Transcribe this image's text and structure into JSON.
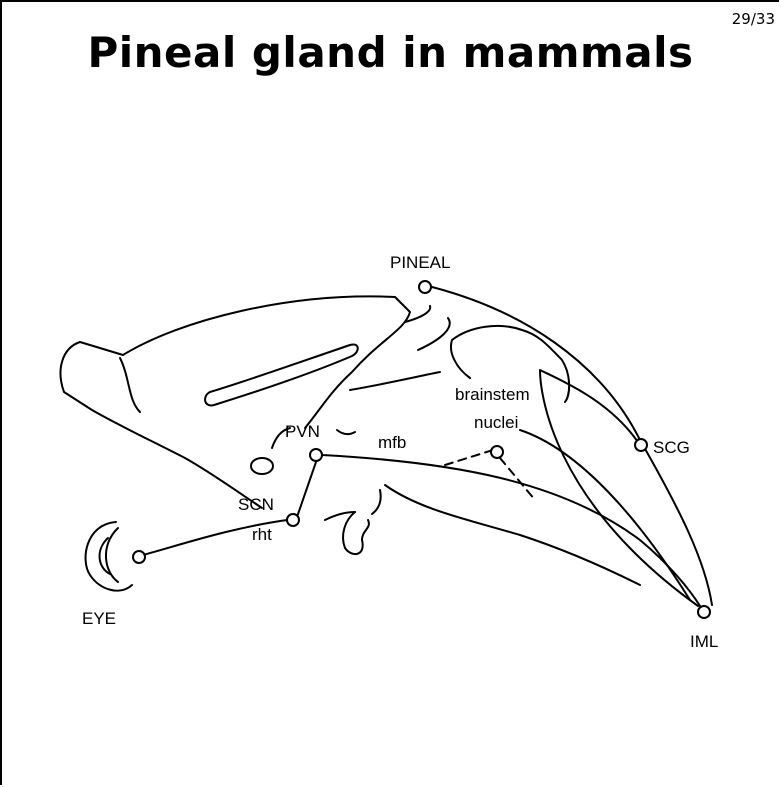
{
  "slide": {
    "page_number": "29/33",
    "title": "Pineal gland in mammals"
  },
  "diagram": {
    "labels": {
      "pineal": "PINEAL",
      "brainstem": "brainstem",
      "nuclei": "nuclei",
      "pvn": "PVN",
      "mfb": "mfb",
      "scg": "SCG",
      "scn": "SCN",
      "rht": "rht",
      "eye": "EYE",
      "iml": "IML"
    }
  }
}
